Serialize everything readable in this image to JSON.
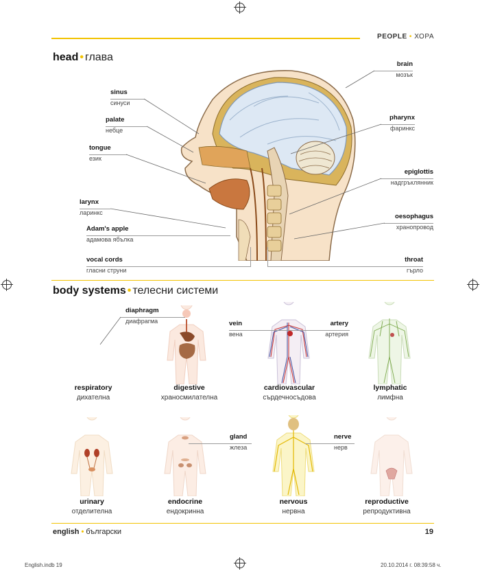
{
  "header": {
    "category_en": "PEOPLE",
    "category_sep": "•",
    "category_bg": "ХОРА"
  },
  "head_section": {
    "title_en": "head",
    "title_bg": "глава",
    "labels": {
      "sinus": {
        "en": "sinus",
        "bg": "синуси"
      },
      "palate": {
        "en": "palate",
        "bg": "небце"
      },
      "tongue": {
        "en": "tongue",
        "bg": "език"
      },
      "larynx": {
        "en": "larynx",
        "bg": "ларинкс"
      },
      "adams_apple": {
        "en": "Adam's apple",
        "bg": "адамова ябълка"
      },
      "vocal_cords": {
        "en": "vocal cords",
        "bg": "гласни струни"
      },
      "brain": {
        "en": "brain",
        "bg": "мозък"
      },
      "pharynx": {
        "en": "pharynx",
        "bg": "фаринкс"
      },
      "epiglottis": {
        "en": "epiglottis",
        "bg": "надгръклянник"
      },
      "oesophagus": {
        "en": "oesophagus",
        "bg": "хранопровод"
      },
      "throat": {
        "en": "throat",
        "bg": "гърло"
      }
    }
  },
  "body_section": {
    "title_en": "body systems",
    "title_bg": "телесни системи",
    "labels": {
      "diaphragm": {
        "en": "diaphragm",
        "bg": "диафрагма"
      },
      "vein": {
        "en": "vein",
        "bg": "вена"
      },
      "artery": {
        "en": "artery",
        "bg": "артерия"
      },
      "gland": {
        "en": "gland",
        "bg": "жлеза"
      },
      "nerve": {
        "en": "nerve",
        "bg": "нерв"
      }
    },
    "systems": [
      {
        "en": "respiratory",
        "bg": "дихателна"
      },
      {
        "en": "digestive",
        "bg": "храносмилателна"
      },
      {
        "en": "cardiovascular",
        "bg": "сърдечносъдова"
      },
      {
        "en": "lymphatic",
        "bg": "лимфна"
      },
      {
        "en": "urinary",
        "bg": "отделителна"
      },
      {
        "en": "endocrine",
        "bg": "ендокринна"
      },
      {
        "en": "nervous",
        "bg": "нервна"
      },
      {
        "en": "reproductive",
        "bg": "репродуктивна"
      }
    ]
  },
  "footer": {
    "lang_en": "english",
    "lang_bg": "български",
    "page_number": "19"
  },
  "print_marks": {
    "file": "English.indb   19",
    "timestamp": "20.10.2014 г.   08:39:58 ч."
  },
  "colors": {
    "accent": "#f2c200"
  }
}
